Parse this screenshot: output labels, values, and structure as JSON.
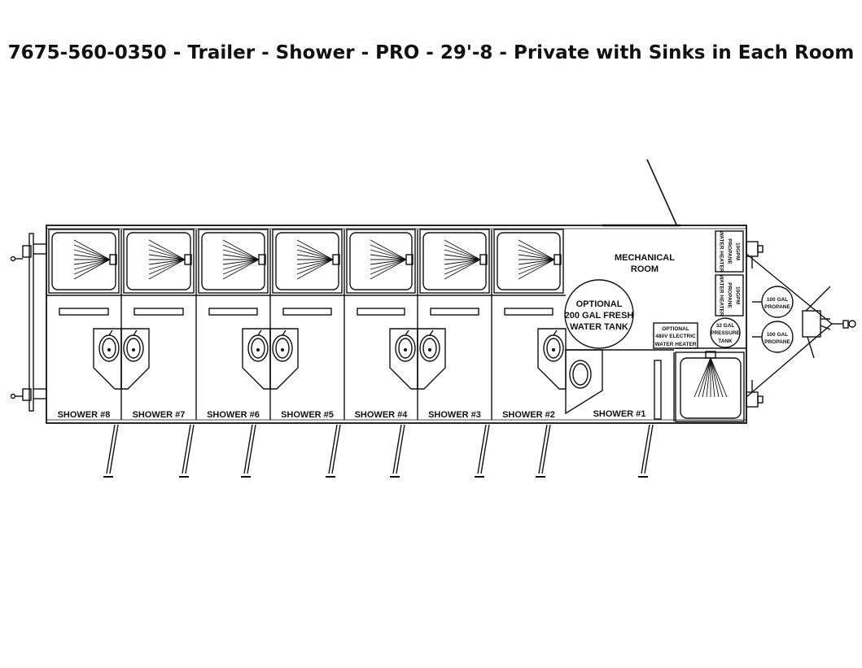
{
  "page": {
    "title": "7675-560-0350 - Trailer - Shower - PRO - 29'-8 - Private with Sinks in Each Room"
  },
  "rooms": [
    {
      "label": "SHOWER #8"
    },
    {
      "label": "SHOWER #7"
    },
    {
      "label": "SHOWER #6"
    },
    {
      "label": "SHOWER #5"
    },
    {
      "label": "SHOWER #4"
    },
    {
      "label": "SHOWER #3"
    },
    {
      "label": "SHOWER #2"
    },
    {
      "label": "SHOWER #1"
    }
  ],
  "mechanical": {
    "room_line1": "MECHANICAL",
    "room_line2": "ROOM",
    "fresh_tank_line1": "OPTIONAL",
    "fresh_tank_line2": "200 GAL FRESH",
    "fresh_tank_line3": "WATER TANK",
    "electric_heater_line1": "OPTIONAL",
    "electric_heater_line2": "480V ELECTRIC",
    "electric_heater_line3": "WATER HEATER",
    "propane_heater_line1": "10GPM",
    "propane_heater_line2": "PROPANE",
    "propane_heater_line3": "WATER HEATER",
    "pressure_tank_line1": "32 GAL",
    "pressure_tank_line2": "PRESSURE",
    "pressure_tank_line3": "TANK",
    "propane_tank_line1": "100 GAL",
    "propane_tank_line2": "PROPANE"
  }
}
